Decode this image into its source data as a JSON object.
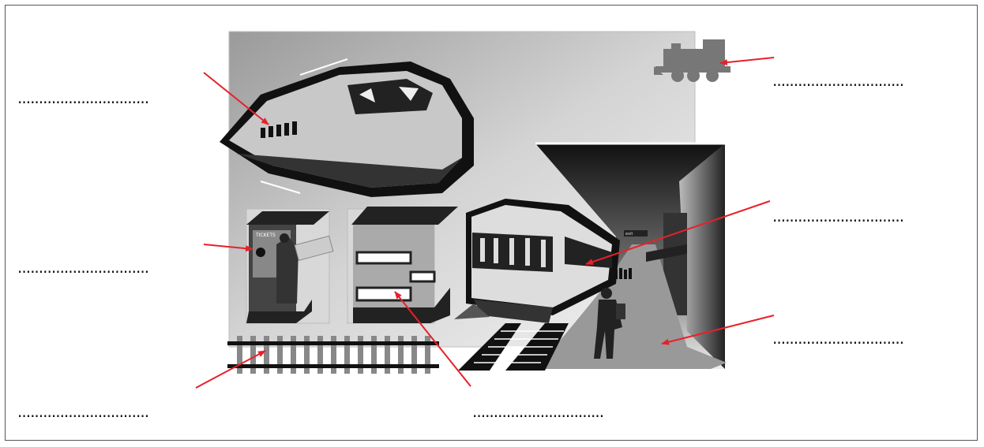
{
  "worksheet": {
    "blanks": [
      {
        "id": "window",
        "text": "·······························"
      },
      {
        "id": "steam-locomotive",
        "text": "·······························"
      },
      {
        "id": "ticket-office",
        "text": "·······························"
      },
      {
        "id": "carriage",
        "text": "·······························"
      },
      {
        "id": "railway-track",
        "text": "·······························"
      },
      {
        "id": "sleeping-berth",
        "text": "·······························"
      },
      {
        "id": "platform",
        "text": "·······························"
      }
    ],
    "colors": {
      "arrow": "#e8202a",
      "frame": "#555555",
      "background_panel": "#c8c8c8"
    }
  }
}
